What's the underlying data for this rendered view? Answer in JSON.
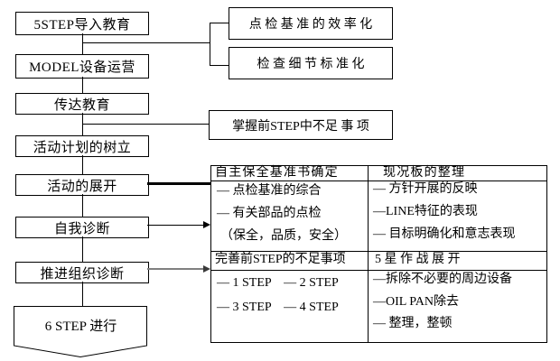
{
  "flow": {
    "steps": [
      "5STEP导入教育",
      "MODEL设备运营",
      "传达教育",
      "活动计划的树立",
      "活动的展开",
      "自我诊断",
      "推进组织诊断"
    ],
    "final_step": "6 STEP 进行"
  },
  "callouts": {
    "inspection_efficiency": "点 检 基 准 的 效 率 化",
    "check_detail_standardization": "检 查 细 节 标 准 化",
    "grasp_prev_step": "掌握前STEP中不足 事 项"
  },
  "table": {
    "sections": [
      {
        "left_header": "自主保全基准书确定",
        "right_header": "现况板的整理",
        "left_items": [
          "— 点检基准的综合",
          "— 有关部品的点检",
          "（保全，品质，安全）"
        ],
        "right_items": [
          "— 方针开展的反映",
          "—LINE特征的表现",
          "— 目标明确化和意志表现"
        ]
      },
      {
        "left_header": "完善前STEP的不足事项",
        "right_header": "5 星 作 战 展 开",
        "left_items": [
          "— 1 STEP　— 2 STEP",
          "— 3 STEP　— 4 STEP"
        ],
        "right_items": [
          "—拆除不必要的周边设备",
          "—OIL PAN除去",
          "— 整理，整顿"
        ]
      }
    ]
  },
  "colors": {
    "line": "#000000",
    "background": "#ffffff",
    "secondary_arrow": "#808080"
  }
}
